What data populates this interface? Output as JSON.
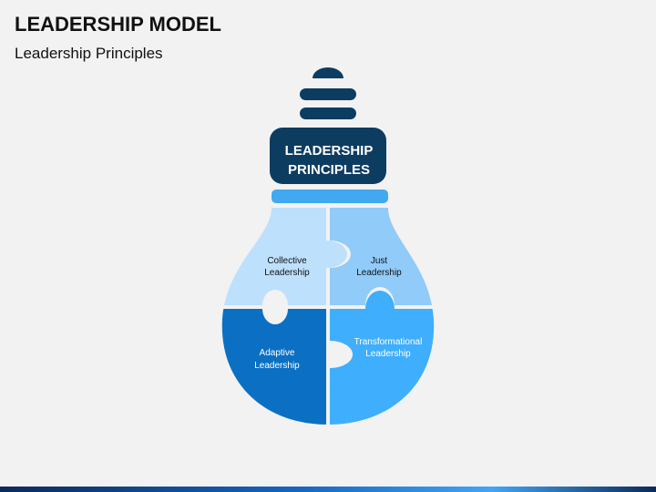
{
  "header": {
    "title": "LEADERSHIP MODEL",
    "subtitle": "Leadership Principles"
  },
  "bulb": {
    "cap_line1": "LEADERSHIP",
    "cap_line2": "PRINCIPLES",
    "pieces": {
      "top_left": {
        "line1": "Collective",
        "line2": "Leadership"
      },
      "top_right": {
        "line1": "Just",
        "line2": "Leadership"
      },
      "bottom_left": {
        "line1": "Adaptive",
        "line2": "Leadership"
      },
      "bottom_right": {
        "line1": "Transformational",
        "line2": "Leadership"
      }
    }
  },
  "colors": {
    "navy": "#0d3c61",
    "sky": "#42a8f0",
    "pale_blue": "#bde0fd",
    "mid_light_blue": "#90cbf9",
    "deep_blue": "#0b70c4",
    "bright_blue": "#3faefc"
  }
}
